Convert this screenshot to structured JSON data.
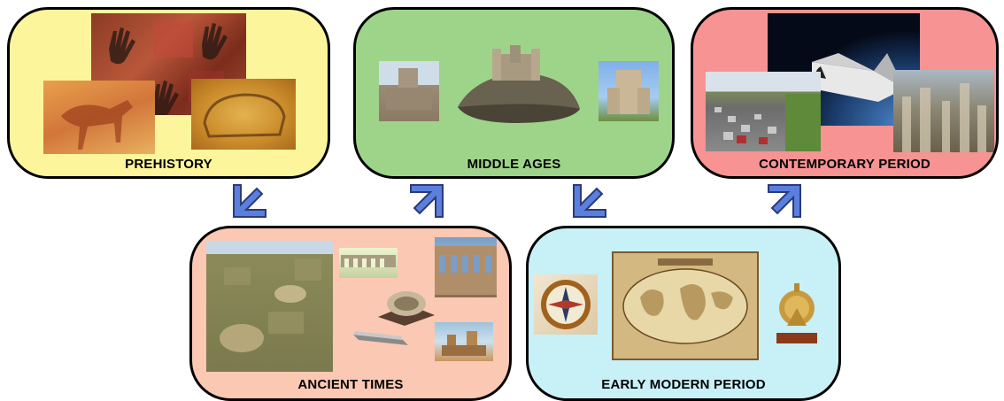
{
  "periods": {
    "prehistory": {
      "label": "PREHISTORY",
      "color": "#fdf59c"
    },
    "middle_ages": {
      "label": "MIDDLE AGES",
      "color": "#9ed48a"
    },
    "contemporary": {
      "label": "CONTEMPORARY PERIOD",
      "color": "#f79393"
    },
    "ancient": {
      "label": "ANCIENT TIMES",
      "color": "#fbc8b4"
    },
    "early_modern": {
      "label": "EARLY MODERN PERIOD",
      "color": "#c7f1f7"
    }
  },
  "arrow_color": "#5b7fdc",
  "images": {
    "prehistory": [
      "cave-hands-painting",
      "cave-horse-painting",
      "cave-bison-painting"
    ],
    "middle_ages": [
      "castle-tower-photo",
      "castle-on-rock-model",
      "castle-keep-photo"
    ],
    "contemporary": [
      "space-shuttle-photo",
      "highway-traffic-photo",
      "city-skyline-photo"
    ],
    "ancient": [
      "roman-city-aerial",
      "aqueduct-model",
      "colosseum-model",
      "aqueduct-photo",
      "circus-model",
      "castle-ruins-photo"
    ],
    "early_modern": [
      "compass-photo",
      "world-map-photo",
      "astrolabe-photo"
    ]
  }
}
